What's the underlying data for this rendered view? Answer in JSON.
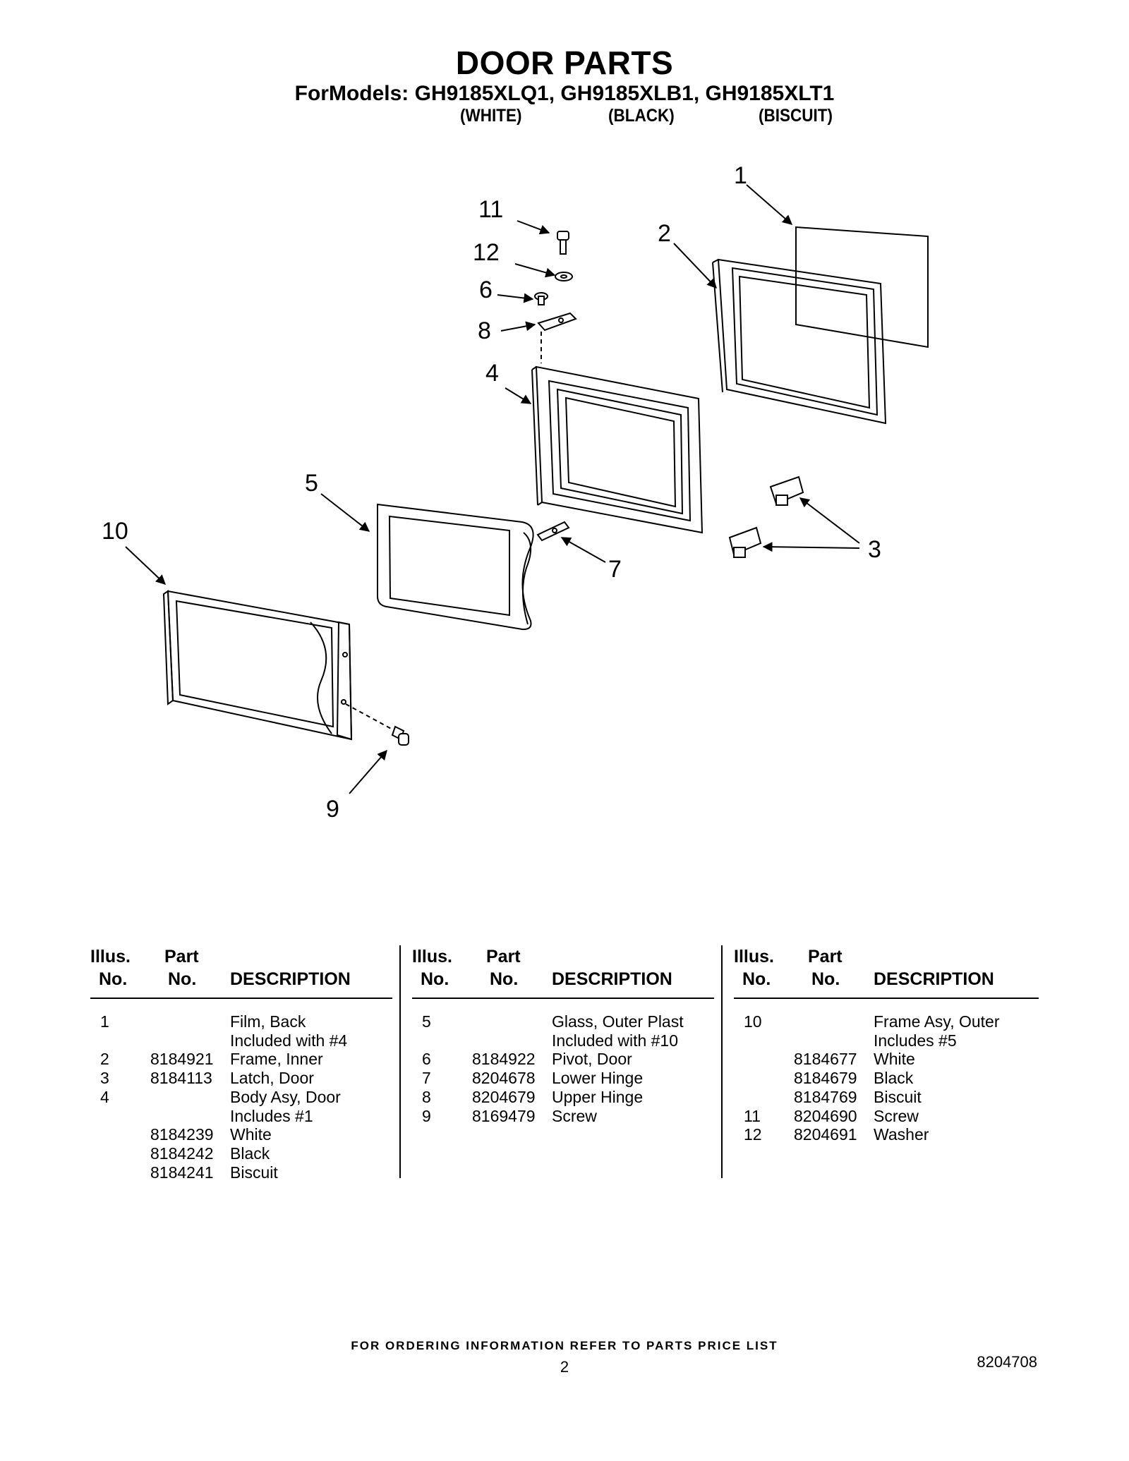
{
  "header": {
    "title": "DOOR PARTS",
    "models_line": "ForModels: GH9185XLQ1, GH9185XLB1, GH9185XLT1",
    "colors": [
      "(WHITE)",
      "(BLACK)",
      "(BISCUIT)"
    ]
  },
  "diagram": {
    "callouts": [
      "1",
      "2",
      "3",
      "4",
      "5",
      "6",
      "7",
      "8",
      "9",
      "10",
      "11",
      "12"
    ]
  },
  "parts_table": {
    "headers": {
      "illus_top": "Illus.",
      "illus_bottom": "No.",
      "part_top": "Part",
      "part_bottom": "No.",
      "description": "DESCRIPTION"
    },
    "columns": [
      {
        "rows": [
          {
            "illus": "1",
            "part": "",
            "desc": "Film, Back"
          },
          {
            "illus": "",
            "part": "",
            "desc": "Included with #4"
          },
          {
            "illus": "2",
            "part": "8184921",
            "desc": "Frame, Inner"
          },
          {
            "illus": "3",
            "part": "8184113",
            "desc": "Latch, Door"
          },
          {
            "illus": "4",
            "part": "",
            "desc": "Body Asy, Door"
          },
          {
            "illus": "",
            "part": "",
            "desc": "Includes #1"
          },
          {
            "illus": "",
            "part": "8184239",
            "desc": "White"
          },
          {
            "illus": "",
            "part": "8184242",
            "desc": "Black"
          },
          {
            "illus": "",
            "part": "8184241",
            "desc": "Biscuit"
          }
        ]
      },
      {
        "rows": [
          {
            "illus": "5",
            "part": "",
            "desc": "Glass, Outer Plast"
          },
          {
            "illus": "",
            "part": "",
            "desc": "Included with #10"
          },
          {
            "illus": "6",
            "part": "8184922",
            "desc": "Pivot, Door"
          },
          {
            "illus": "7",
            "part": "8204678",
            "desc": "Lower Hinge"
          },
          {
            "illus": "8",
            "part": "8204679",
            "desc": "Upper Hinge"
          },
          {
            "illus": "9",
            "part": "8169479",
            "desc": "Screw"
          }
        ]
      },
      {
        "rows": [
          {
            "illus": "10",
            "part": "",
            "desc": "Frame Asy, Outer"
          },
          {
            "illus": "",
            "part": "",
            "desc": "Includes #5"
          },
          {
            "illus": "",
            "part": "8184677",
            "desc": "White"
          },
          {
            "illus": "",
            "part": "8184679",
            "desc": "Black"
          },
          {
            "illus": "",
            "part": "8184769",
            "desc": "Biscuit"
          },
          {
            "illus": "11",
            "part": "8204690",
            "desc": "Screw"
          },
          {
            "illus": "12",
            "part": "8204691",
            "desc": "Washer"
          }
        ]
      }
    ]
  },
  "footer": {
    "ordering_note": "FOR ORDERING INFORMATION REFER TO PARTS PRICE LIST",
    "page_number": "2",
    "document_number": "8204708"
  }
}
